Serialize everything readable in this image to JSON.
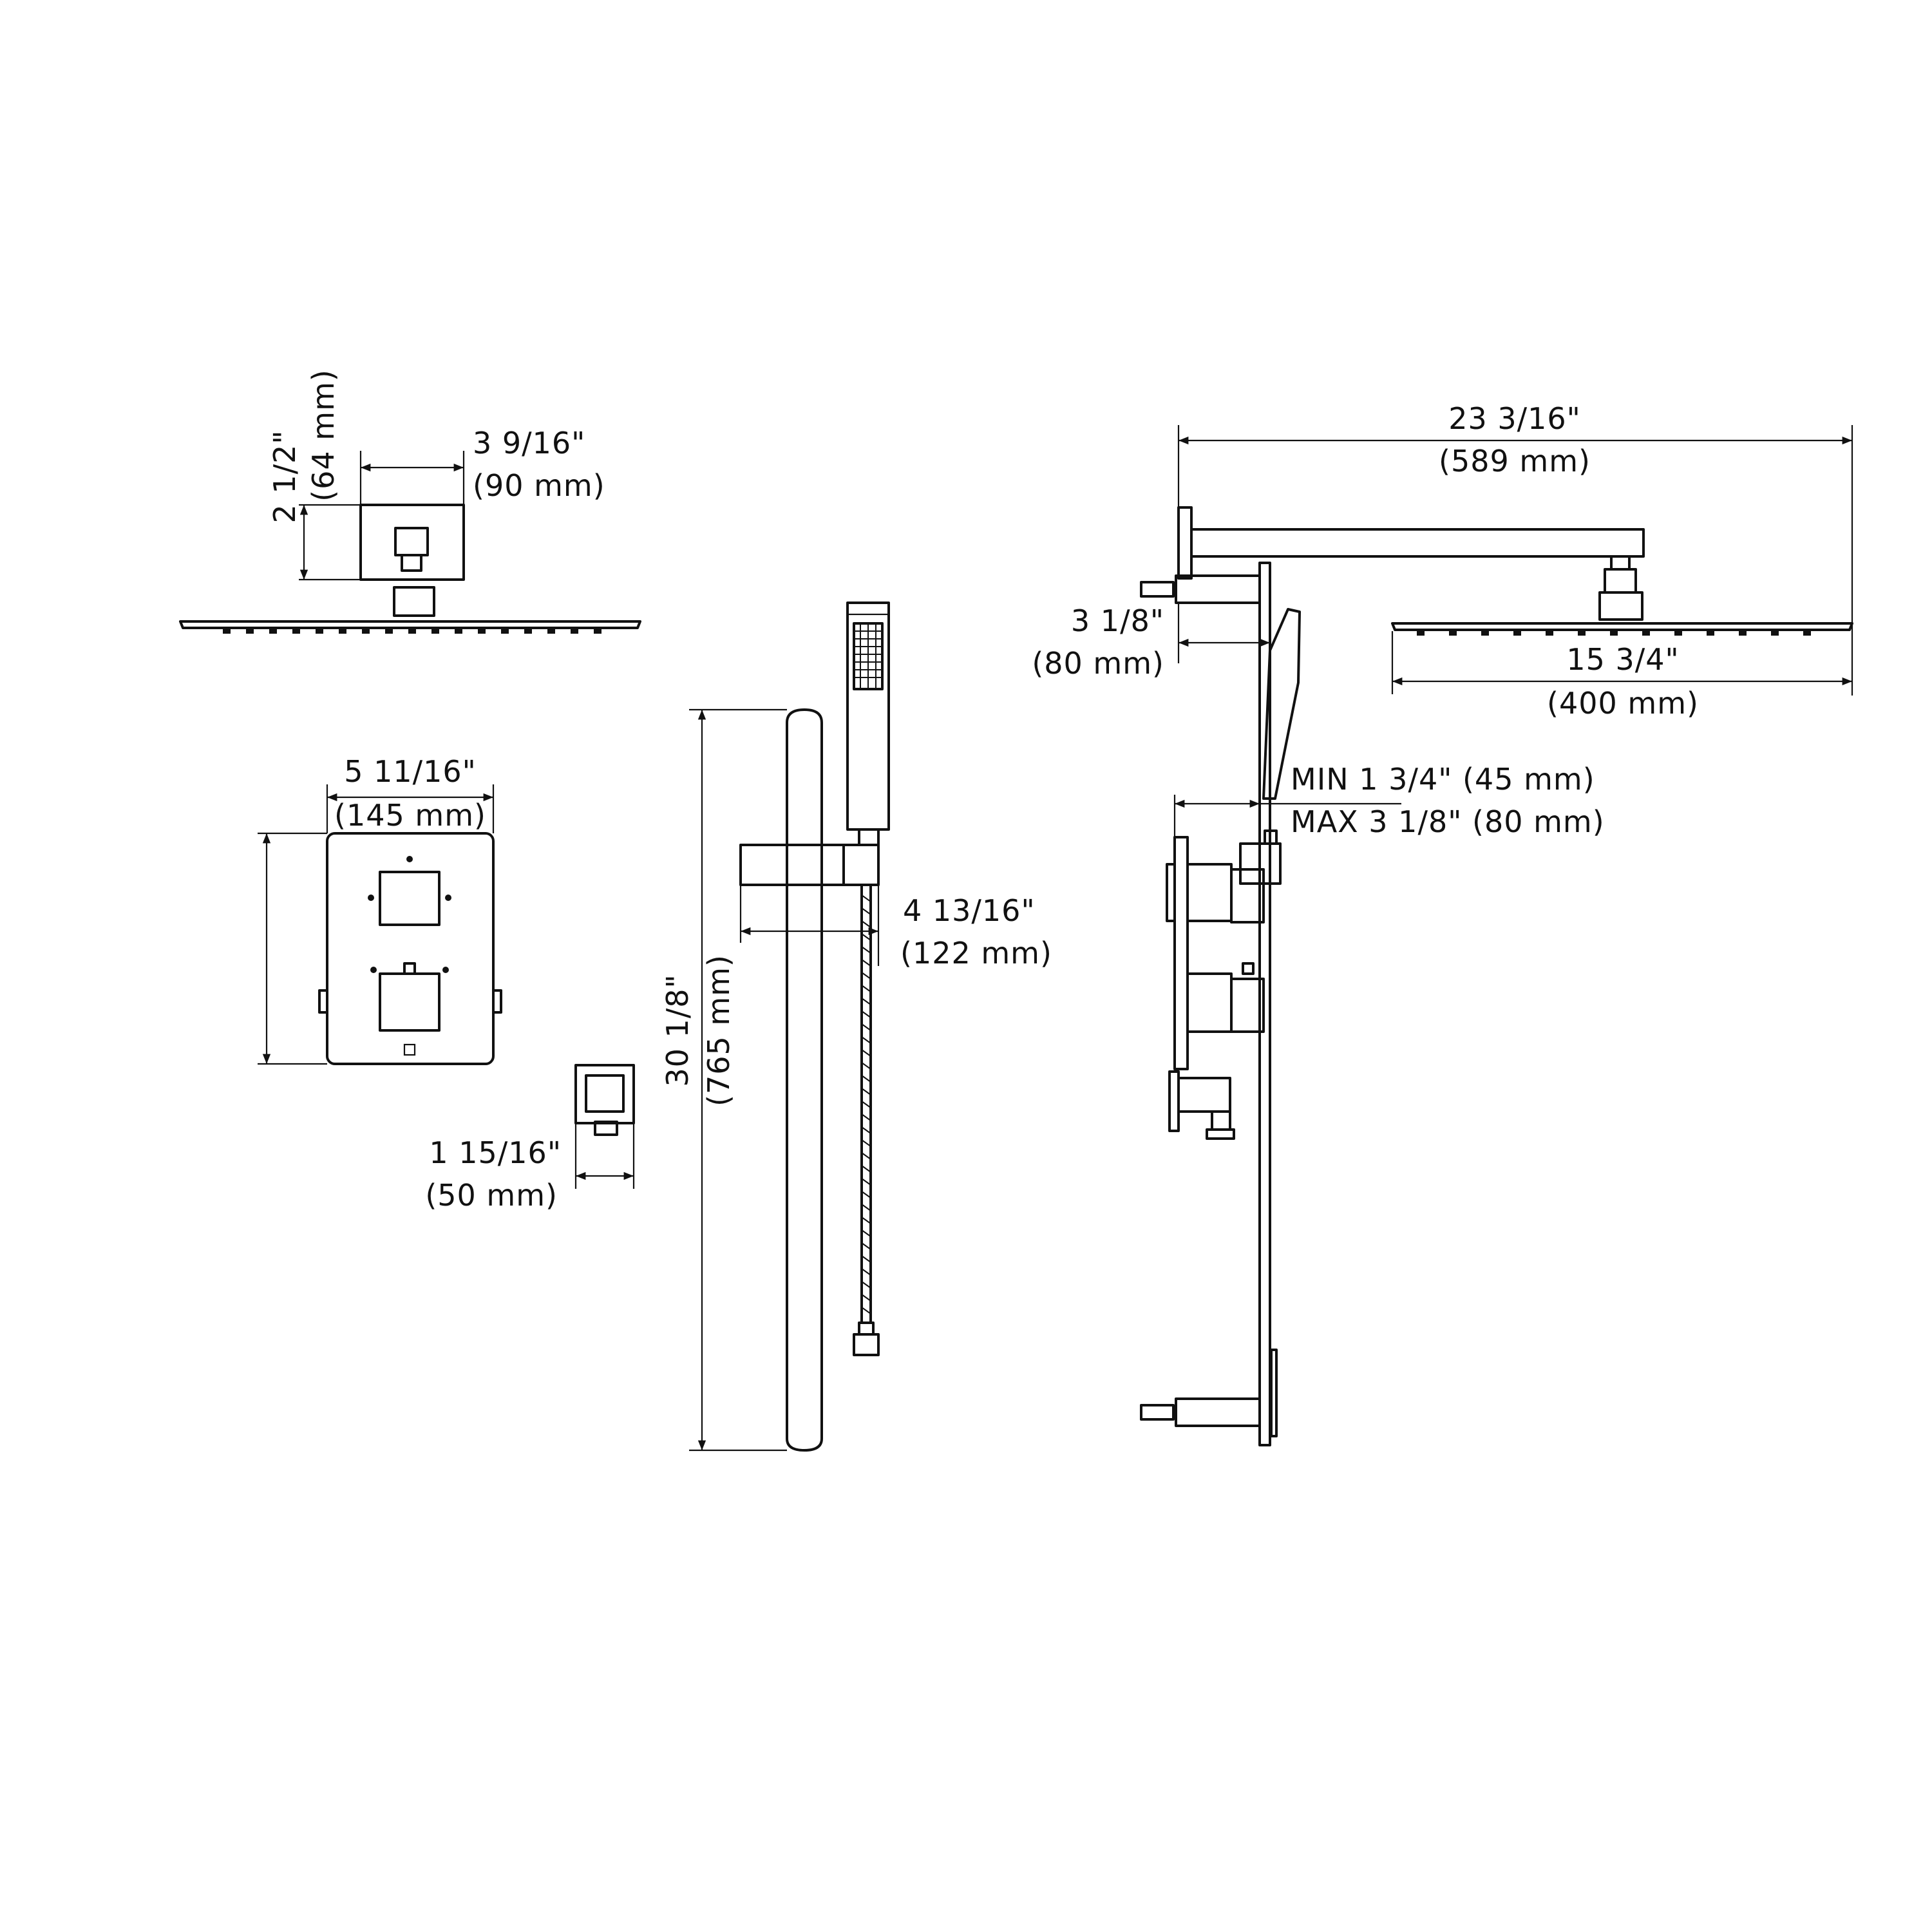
{
  "dimensions": {
    "shower_head_depth": {
      "imperial": "2 1/2\"",
      "metric": "(64 mm)"
    },
    "shower_head_cover_width": {
      "imperial": "3 9/16\"",
      "metric": "(90 mm)"
    },
    "valve_plate_width": {
      "imperial": "5 11/16\"",
      "metric": "(145 mm)"
    },
    "outlet_width": {
      "imperial": "1 15/16\"",
      "metric": "(50 mm)"
    },
    "slide_bar_height": {
      "imperial": "30 1/8\"",
      "metric": "(765 mm)"
    },
    "holder_projection": {
      "imperial": "4 13/16\"",
      "metric": "(122 mm)"
    },
    "arm_length": {
      "imperial": "23 3/16\"",
      "metric": "(589 mm)"
    },
    "slide_bar_projection": {
      "imperial": "3 1/8\"",
      "metric": "(80 mm)"
    },
    "shower_head_width": {
      "imperial": "15 3/4\"",
      "metric": "(400 mm)"
    },
    "wall_thickness": {
      "min": "MIN 1 3/4\" (45 mm)",
      "max": "MAX 3 1/8\" (80 mm)"
    }
  }
}
